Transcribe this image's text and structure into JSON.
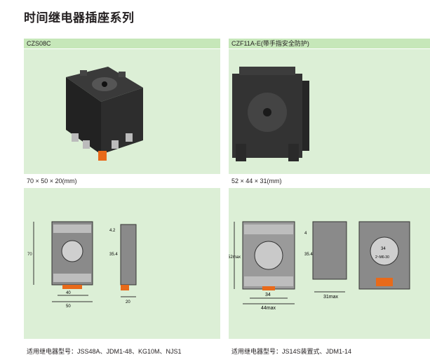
{
  "page": {
    "title": "时间继电器插座系列"
  },
  "left": {
    "model": "CZS08C",
    "dimensions": "70 × 50 × 20(mm)",
    "drawing_labels": {
      "height": "70",
      "inner_width": "40",
      "outer_width": "50",
      "side_top": "4.2",
      "side_height": "35.4",
      "side_depth": "20"
    },
    "compatible": "适用继电器型号：JSS48A、JDM1-48、KG10M、NJS1"
  },
  "right": {
    "model": "CZF11A-E(带手指安全防护)",
    "dimensions": "52 × 44 × 31(mm)",
    "drawing_labels": {
      "height": "52max",
      "inner_width": "34",
      "outer_width": "44max",
      "side_top": "4",
      "side_height": "35.4",
      "side_depth": "31max",
      "top_label": "34",
      "top_sub": "2~M6-30"
    },
    "compatible": "适用继电器型号：JS14S装置式、JDM1-14"
  }
}
